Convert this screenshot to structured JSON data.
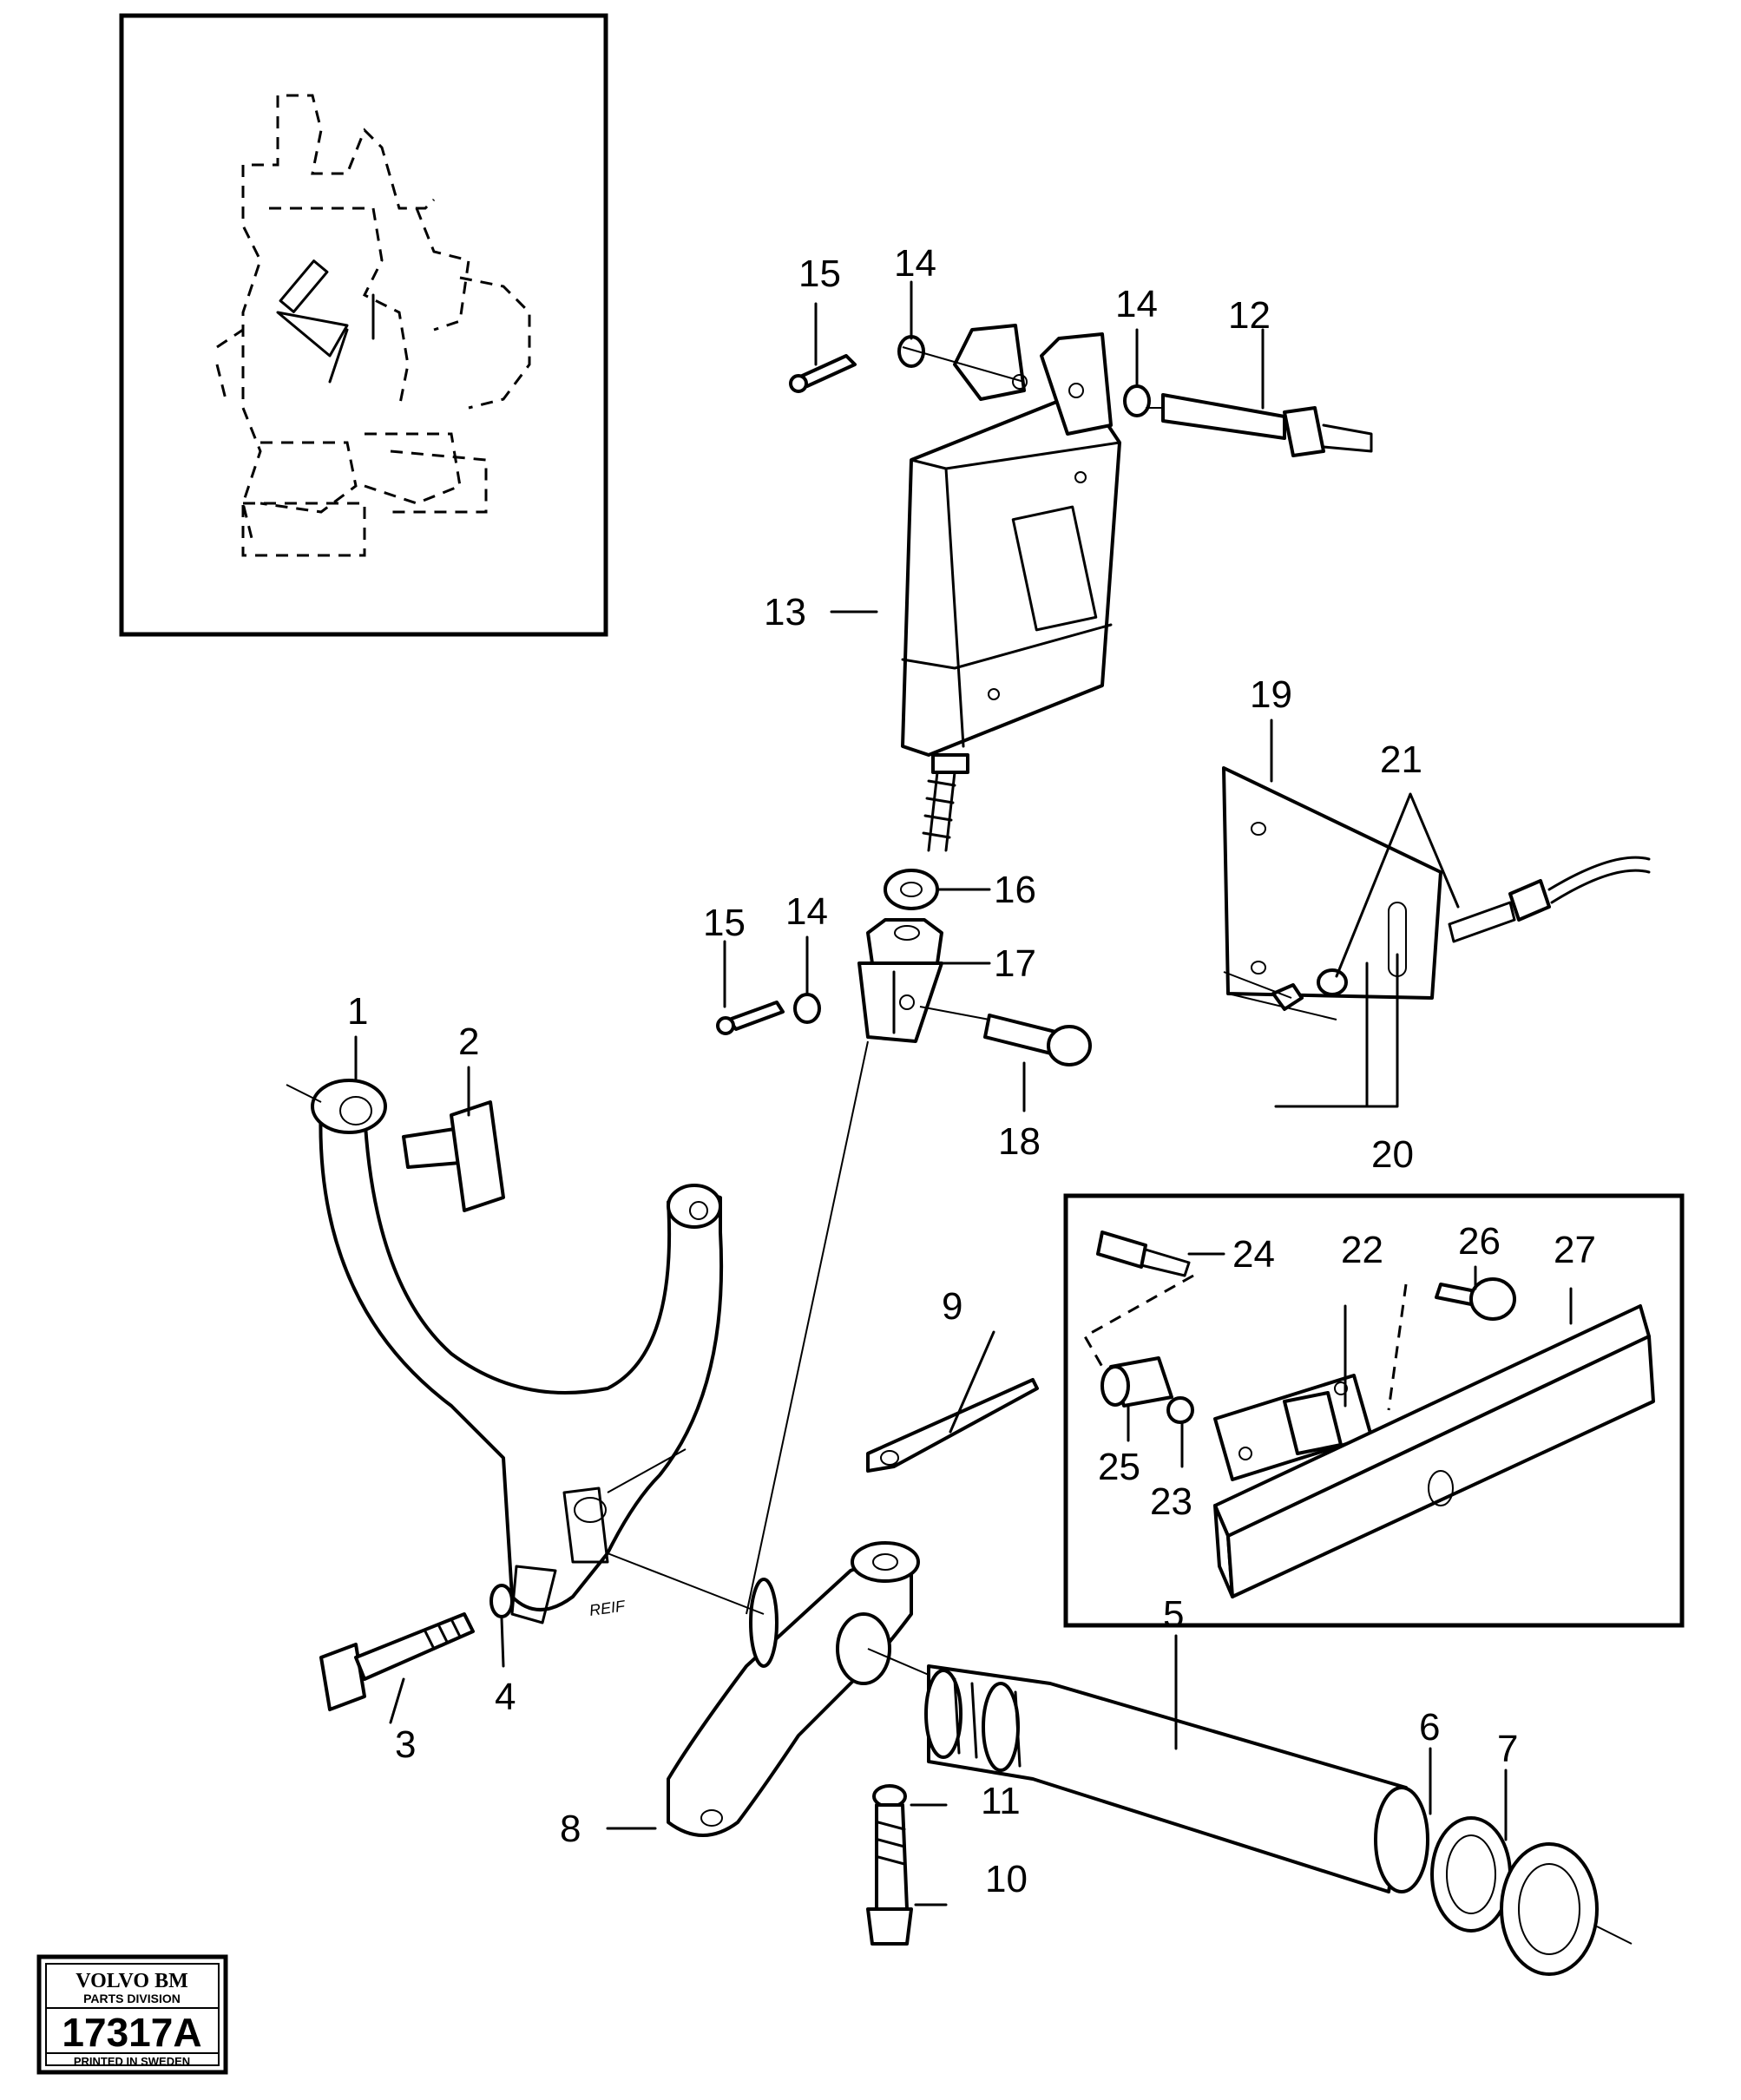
{
  "callouts": [
    "1",
    "2",
    "3",
    "4",
    "5",
    "6",
    "7",
    "8",
    "9",
    "10",
    "11",
    "12",
    "13",
    "14",
    "14",
    "14",
    "15",
    "15",
    "16",
    "17",
    "18",
    "19",
    "20",
    "21",
    "22",
    "23",
    "24",
    "25",
    "26",
    "27"
  ],
  "stamp": {
    "brand": "VOLVO BM",
    "division": "PARTS DIVISION",
    "number": "17317A",
    "printed": "PRINTED IN SWEDEN"
  },
  "casting_mark": "REIF"
}
